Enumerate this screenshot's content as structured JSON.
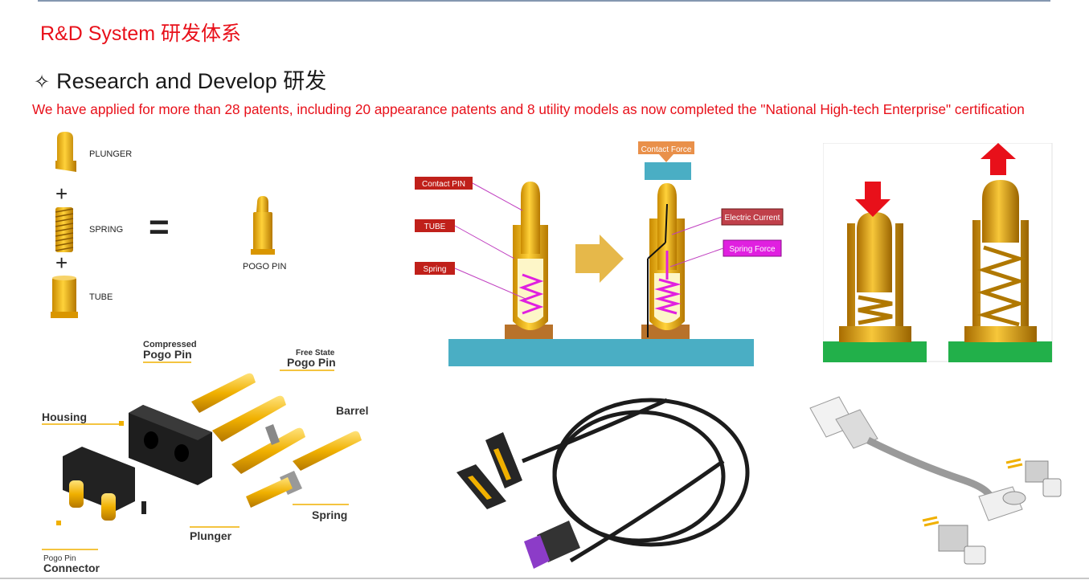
{
  "header": {
    "title": "R&D System 研发体系",
    "subtitle_icon": "four-point-star-outline",
    "subtitle": "Research and Develop 研发",
    "description": "We have applied for more than 28 patents, including 20 appearance patents and 8 utility models as now completed the \"National High-tech Enterprise\" certification"
  },
  "components_diagram": {
    "plunger": "PLUNGER",
    "spring": "SPRING",
    "tube": "TUBE",
    "plus": "+",
    "equals": "=",
    "result": "POGO PIN"
  },
  "working_diagram": {
    "contact_pin": "Contact PIN",
    "tube": "TUBE",
    "spring": "Spring",
    "contact_force": "Contact Force",
    "electric_current": "Electric Current",
    "spring_force": "Spring Force"
  },
  "exploded_diagram": {
    "compressed_line1": "Compressed",
    "compressed_line2": "Pogo Pin",
    "free_line1": "Free State",
    "free_line2": "Pogo Pin",
    "barrel": "Barrel",
    "housing": "Housing",
    "spring": "Spring",
    "plunger": "Plunger",
    "connector_line1": "Pogo Pin",
    "connector_line2": "Connector"
  },
  "colors": {
    "title_red": "#e8101a",
    "gold": "#e8a800",
    "label_red": "#c0201a",
    "base_blue": "#4aaec4",
    "green_base": "#22b04a",
    "spring_magenta": "#e020e0"
  }
}
